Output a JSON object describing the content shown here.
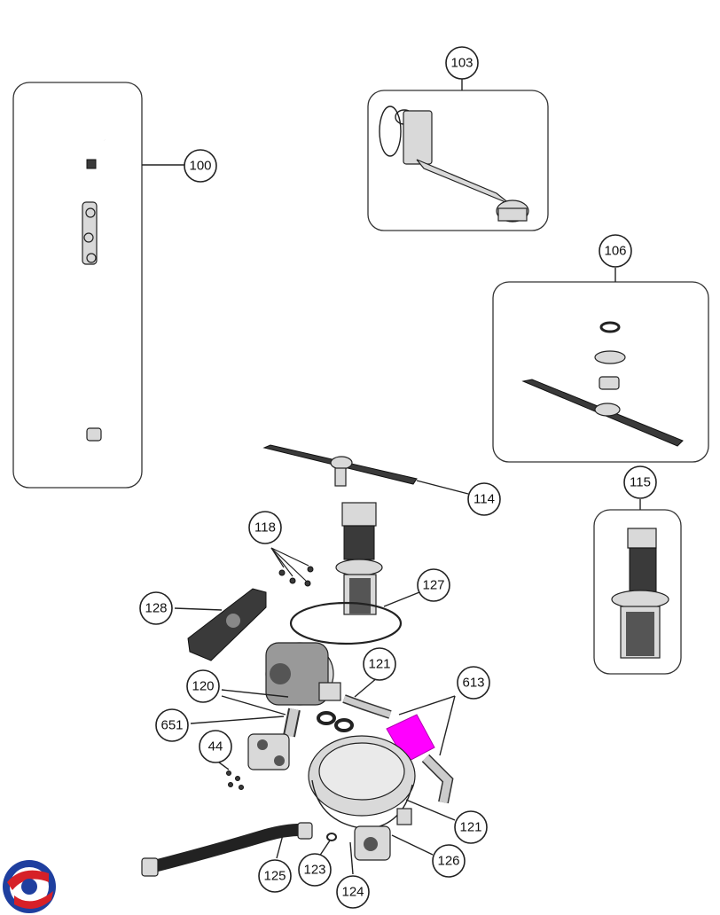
{
  "diagram": {
    "callouts": [
      {
        "id": "c-103",
        "label": "103"
      },
      {
        "id": "c-100",
        "label": "100"
      },
      {
        "id": "c-106",
        "label": "106"
      },
      {
        "id": "c-114",
        "label": "114"
      },
      {
        "id": "c-115",
        "label": "115"
      },
      {
        "id": "c-118",
        "label": "118"
      },
      {
        "id": "c-127",
        "label": "127"
      },
      {
        "id": "c-128",
        "label": "128"
      },
      {
        "id": "c-121a",
        "label": "121"
      },
      {
        "id": "c-120",
        "label": "120"
      },
      {
        "id": "c-613",
        "label": "613"
      },
      {
        "id": "c-651",
        "label": "651"
      },
      {
        "id": "c-44",
        "label": "44"
      },
      {
        "id": "c-121b",
        "label": "121"
      },
      {
        "id": "c-126",
        "label": "126"
      },
      {
        "id": "c-125",
        "label": "125"
      },
      {
        "id": "c-123",
        "label": "123"
      },
      {
        "id": "c-124",
        "label": "124"
      }
    ],
    "highlight_color": "#ff00ff",
    "logo_colors": [
      "#1f3f9f",
      "#d62027"
    ]
  }
}
